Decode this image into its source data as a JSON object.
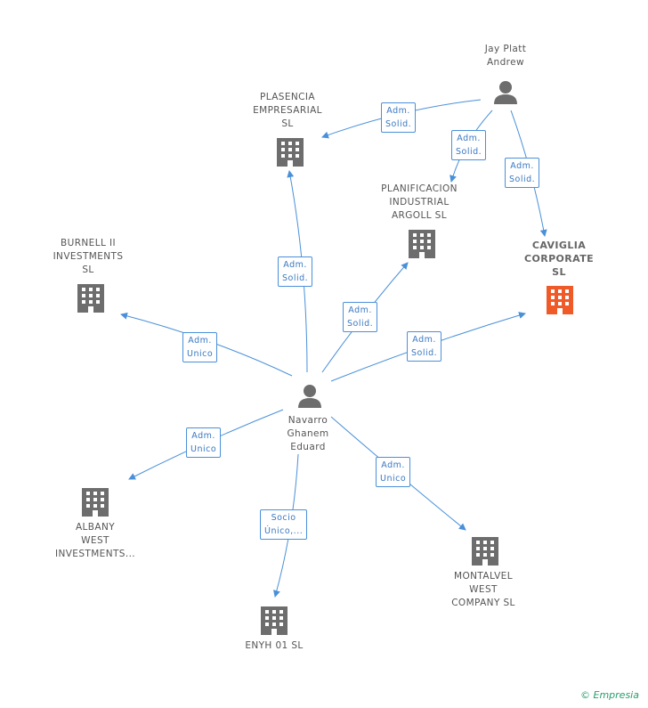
{
  "persons": {
    "navarro": {
      "label": "Navarro\nGhanem\nEduard"
    },
    "jay": {
      "label": "Jay Platt\nAndrew"
    }
  },
  "companies": {
    "plasencia": {
      "label": "PLASENCIA\nEMPRESARIAL\nSL"
    },
    "planificacion": {
      "label": "PLANIFICACION\nINDUSTRIAL\nARGOLL SL"
    },
    "caviglia": {
      "label": "CAVIGLIA\nCORPORATE\nSL"
    },
    "burnell": {
      "label": "BURNELL II\nINVESTMENTS\nSL"
    },
    "albany": {
      "label": "ALBANY\nWEST\nINVESTMENTS..."
    },
    "enyh": {
      "label": "ENYH 01 SL"
    },
    "montalvel": {
      "label": "MONTALVEL\nWEST\nCOMPANY SL"
    }
  },
  "edges": {
    "jay_plasencia": "Adm.\nSolid.",
    "jay_planificacion": "Adm.\nSolid.",
    "jay_caviglia": "Adm.\nSolid.",
    "nav_plasencia": "Adm.\nSolid.",
    "nav_planificacion": "Adm.\nSolid.",
    "nav_caviglia": "Adm.\nSolid.",
    "nav_burnell": "Adm.\nUnico",
    "nav_albany": "Adm.\nUnico",
    "nav_enyh": "Socio\nÚnico,...",
    "nav_montalvel": "Adm.\nUnico"
  },
  "footer": {
    "copyright_symbol": "©",
    "brand": "Empresia"
  },
  "colors": {
    "edge": "#4a90d9",
    "node_icon": "#6d6d6d",
    "focus_icon": "#f05a28",
    "brand": "#2a9d6e"
  }
}
